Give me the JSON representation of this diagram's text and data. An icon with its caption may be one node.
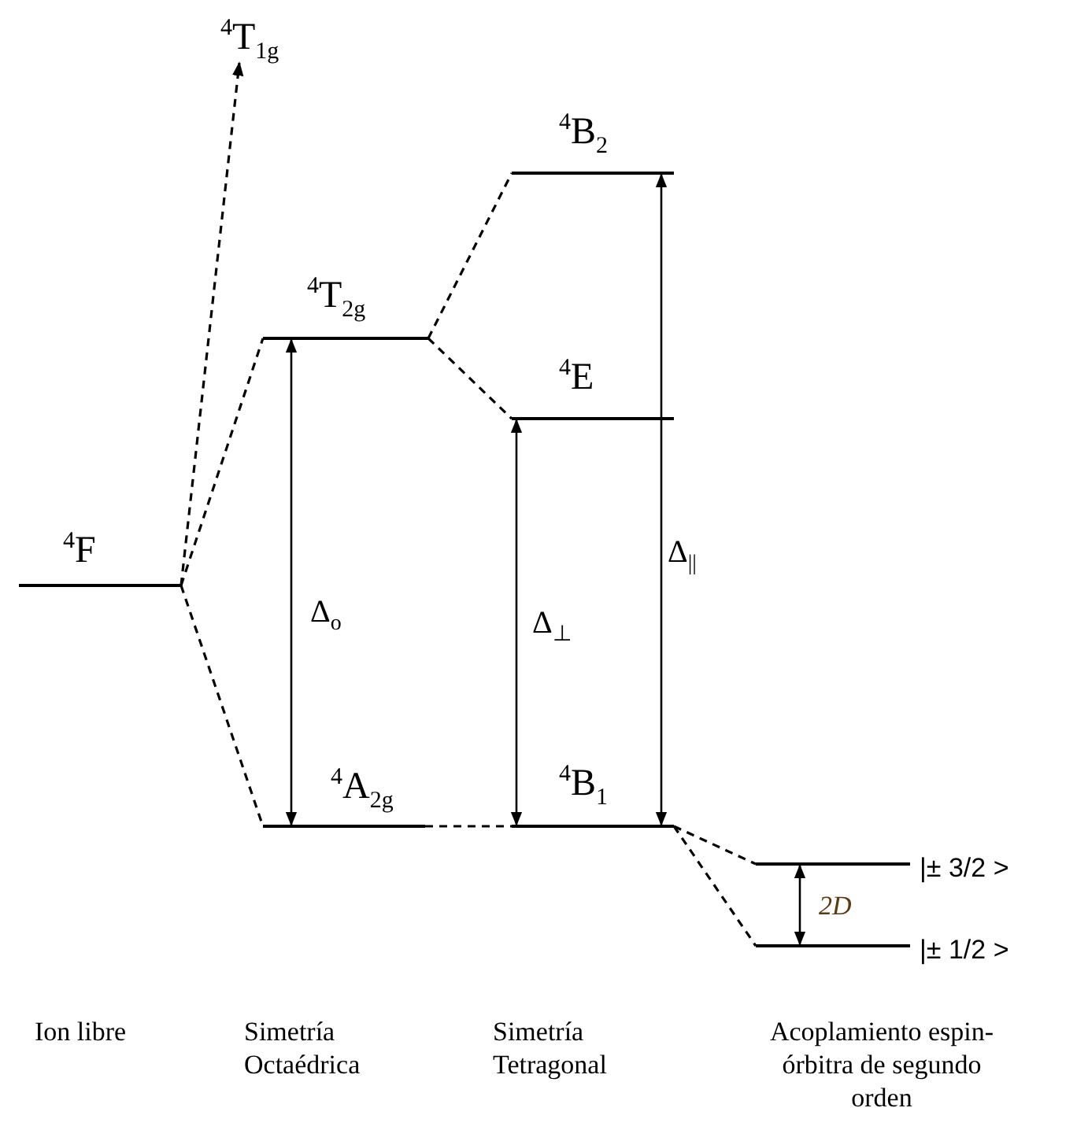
{
  "diagram": {
    "nodes": [
      {
        "text": [
          "$^{4}$F"
        ]
      },
      {
        "text": [
          "$^{4}$T$_{1g}$"
        ]
      },
      {
        "text": [
          "$^{4}$T$_{2g}$"
        ]
      },
      {
        "text": [
          "$^{4}$A$_{2g}$"
        ]
      },
      {
        "text": [
          "$^{4}$B$_{2}$"
        ]
      },
      {
        "text": [
          "$^{4}$E"
        ]
      },
      {
        "text": [
          "$^{4}$B$_{1}$"
        ]
      },
      {
        "text": [
          "|± 3/2 >"
        ]
      },
      {
        "text": [
          "|± 1/2 >"
        ]
      }
    ],
    "edges": [
      {
        "from": 0,
        "to": 1,
        "arrow": "to",
        "style": "dashed"
      },
      {
        "from": 0,
        "to": 2,
        "arrow": "none",
        "style": "dashed"
      },
      {
        "from": 0,
        "to": 3,
        "arrow": "none",
        "style": "dashed"
      },
      {
        "from": 2,
        "to": 4,
        "arrow": "none",
        "style": "dashed"
      },
      {
        "from": 2,
        "to": 5,
        "arrow": "none",
        "style": "dashed"
      },
      {
        "from": 3,
        "to": 6,
        "arrow": "none",
        "style": "dashed"
      },
      {
        "from": 6,
        "to": 7,
        "arrow": "none",
        "style": "dashed"
      },
      {
        "from": 6,
        "to": 8,
        "arrow": "none",
        "style": "dashed"
      },
      {
        "from": 2,
        "to": 3,
        "arrow": "both",
        "label": "Δ$_{o}$"
      },
      {
        "from": 5,
        "to": 6,
        "arrow": "both",
        "label": "Δ$_{⊥}$"
      },
      {
        "from": 4,
        "to": 6,
        "arrow": "both",
        "label": "Δ$_{||}$"
      },
      {
        "from": 7,
        "to": 8,
        "arrow": "both",
        "label": "2D"
      }
    ],
    "labels": [
      "Ion libre",
      "Simetría Octaédrica",
      "Simetría Tetragonal",
      "Acoplamiento espin-órbitra de segundo orden"
    ]
  }
}
